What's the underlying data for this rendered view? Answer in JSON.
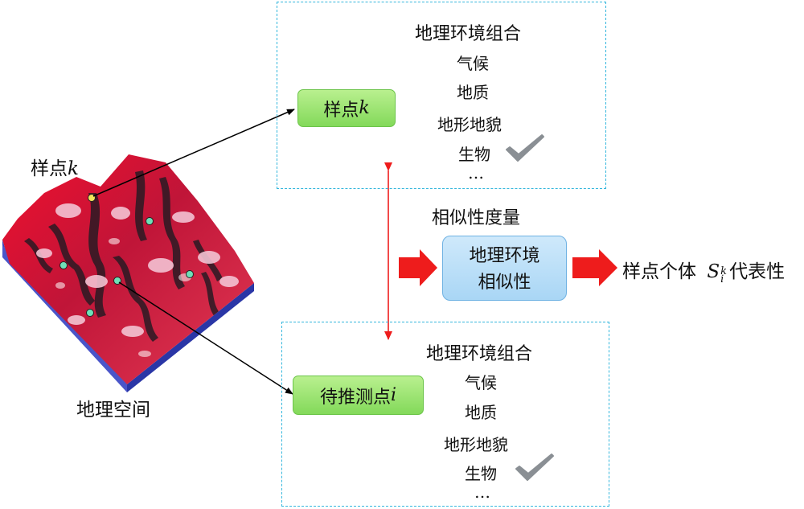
{
  "terrain": {
    "label_sample": "样点",
    "label_sample_var": "k",
    "label_space": "地理空间"
  },
  "top_panel": {
    "box_label": "样点",
    "box_var": "k",
    "title": "地理环境组合",
    "items": [
      "气候",
      "地质",
      "地形地貌",
      "生物",
      "…"
    ]
  },
  "bottom_panel": {
    "box_label": "待推测点",
    "box_var": "i",
    "title": "地理环境组合",
    "items": [
      "气候",
      "地质",
      "地形地貌",
      "生物",
      "…"
    ]
  },
  "center": {
    "measure_label": "相似性度量",
    "box_line1": "地理环境",
    "box_line2": "相似性"
  },
  "output": {
    "prefix": "样点个体",
    "symbol": "S",
    "sub": "i",
    "sup": "k",
    "suffix": "代表性"
  },
  "colors": {
    "dashed_border": "#35b7dd",
    "green_box": "#8fdd63",
    "blue_box": "#b9ddf7",
    "arrow_red": "#ee1c1c",
    "check": "#8a8f94"
  }
}
